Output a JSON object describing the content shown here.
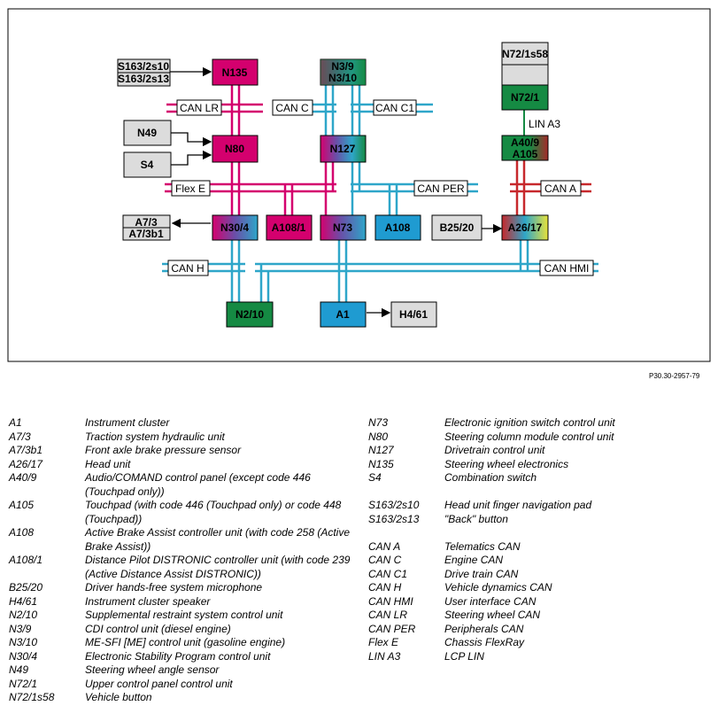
{
  "figure_code": "P30.30-2957-79",
  "colors": {
    "magenta": "#d4006e",
    "teal": "#2ea6c9",
    "green": "#158a43",
    "darkred": "#a52a2a",
    "red": "#c7282c",
    "gray": "#dcdcdc",
    "blue": "#1f9bd1"
  },
  "nodes": {
    "S163_2s10": "S163/2s10",
    "S163_2s13": "S163/2s13",
    "N135": "N135",
    "N3_9": "N3/9",
    "N3_10": "N3/10",
    "N72_1s58": "N72/1s58",
    "N72_1": "N72/1",
    "LIN_A3": "LIN A3",
    "A40_9": "A40/9",
    "A105": "A105",
    "N49": "N49",
    "S4": "S4",
    "N80": "N80",
    "N127": "N127",
    "A7_3": "A7/3",
    "A7_3b1": "A7/3b1",
    "N30_4": "N30/4",
    "A108_1": "A108/1",
    "N73": "N73",
    "A108": "A108",
    "B25_20": "B25/20",
    "A26_17": "A26/17",
    "N2_10": "N2/10",
    "A1": "A1",
    "H4_61": "H4/61"
  },
  "buses": {
    "can_lr": "CAN LR",
    "can_c": "CAN C",
    "can_c1": "CAN C1",
    "flex_e": "Flex E",
    "can_per": "CAN PER",
    "can_a": "CAN A",
    "can_h": "CAN H",
    "can_hmi": "CAN HMI"
  },
  "legend_left": [
    {
      "code": "A1",
      "desc": "Instrument cluster"
    },
    {
      "code": "A7/3",
      "desc": "Traction system hydraulic unit"
    },
    {
      "code": "A7/3b1",
      "desc": "Front axle brake pressure sensor"
    },
    {
      "code": "A26/17",
      "desc": "Head unit"
    },
    {
      "code": "A40/9",
      "desc": "Audio/COMAND control panel (except code 446 (Touchpad only))"
    },
    {
      "code": "A105",
      "desc": "Touchpad (with code 446 (Touchpad only) or code 448 (Touchpad))"
    },
    {
      "code": "A108",
      "desc": "Active Brake Assist controller unit (with code 258 (Active Brake Assist))"
    },
    {
      "code": "A108/1",
      "desc": "Distance Pilot DISTRONIC controller unit (with code 239 (Active Distance Assist DISTRONIC))"
    },
    {
      "code": "B25/20",
      "desc": "Driver hands-free system microphone"
    },
    {
      "code": "H4/61",
      "desc": "Instrument cluster speaker"
    },
    {
      "code": "N2/10",
      "desc": "Supplemental restraint system control unit"
    },
    {
      "code": "N3/9",
      "desc": "CDI control unit (diesel engine)"
    },
    {
      "code": "N3/10",
      "desc": "ME-SFI [ME] control unit (gasoline engine)"
    },
    {
      "code": "N30/4",
      "desc": "Electronic Stability Program control unit"
    },
    {
      "code": "N49",
      "desc": "Steering wheel angle sensor"
    },
    {
      "code": "N72/1",
      "desc": "Upper control panel control unit"
    },
    {
      "code": "N72/1s58",
      "desc": "Vehicle button"
    }
  ],
  "legend_right": [
    {
      "code": "N73",
      "desc": "Electronic ignition switch control unit"
    },
    {
      "code": "N80",
      "desc": "Steering column module control unit"
    },
    {
      "code": "N127",
      "desc": "Drivetrain control unit"
    },
    {
      "code": "N135",
      "desc": "Steering wheel electronics"
    },
    {
      "code": "S4",
      "desc": "Combination switch"
    },
    {
      "code": "S163/2s10",
      "desc": "Head unit finger navigation pad"
    },
    {
      "code": "S163/2s13",
      "desc": "\"Back\" button"
    },
    {
      "code": "CAN A",
      "desc": "Telematics CAN"
    },
    {
      "code": "CAN C",
      "desc": "Engine CAN"
    },
    {
      "code": "CAN C1",
      "desc": "Drive train CAN"
    },
    {
      "code": "CAN H",
      "desc": "Vehicle dynamics CAN"
    },
    {
      "code": "CAN HMI",
      "desc": "User interface CAN"
    },
    {
      "code": "CAN LR",
      "desc": "Steering wheel CAN"
    },
    {
      "code": "CAN PER",
      "desc": "Peripherals CAN"
    },
    {
      "code": "Flex E",
      "desc": "Chassis FlexRay"
    },
    {
      "code": "LIN A3",
      "desc": "LCP LIN"
    }
  ]
}
